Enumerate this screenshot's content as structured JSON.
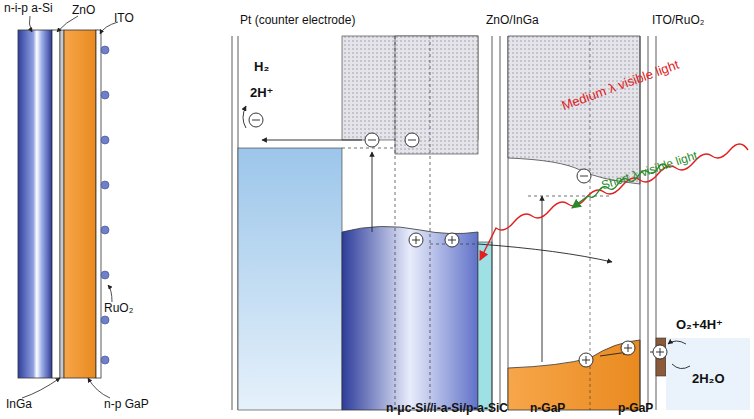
{
  "diagram": {
    "labels": [
      "n-i-p a-Si",
      "ZnO",
      "ITO",
      "RuO₂",
      "InGa",
      "n-p GaP",
      "Pt (counter electrode)",
      "ZnO/InGa",
      "ITO/RuO₂",
      "H₂",
      "2H⁺",
      "Medium λ visible light",
      "Short λ visible light",
      "O₂+4H⁺",
      "2H₂O",
      "n-μc-Si//i-a-Si/p-a-SiC",
      "n-GaP",
      "p-GaP"
    ]
  }
}
